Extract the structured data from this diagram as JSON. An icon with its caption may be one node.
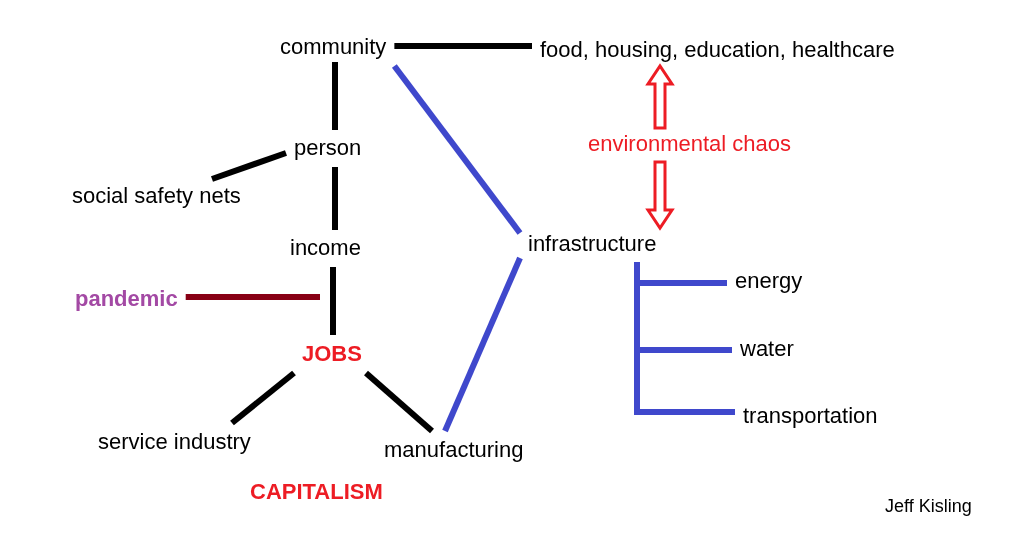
{
  "diagram": {
    "nodes": [
      {
        "text": [
          "community"
        ]
      },
      {
        "text": [
          "food, housing, education, healthcare"
        ]
      },
      {
        "text": [
          "person"
        ]
      },
      {
        "text": [
          "social safety nets"
        ]
      },
      {
        "text": [
          "environmental chaos"
        ]
      },
      {
        "text": [
          "income"
        ]
      },
      {
        "text": [
          "infrastructure"
        ]
      },
      {
        "text": [
          "pandemic"
        ]
      },
      {
        "text": [
          "energy"
        ]
      },
      {
        "text": [
          "water"
        ]
      },
      {
        "text": [
          "JOBS"
        ]
      },
      {
        "text": [
          "transportation"
        ]
      },
      {
        "text": [
          "service industry"
        ]
      },
      {
        "text": [
          "manufacturing"
        ]
      }
    ],
    "edges": [
      {
        "from": 0,
        "to": 1,
        "arrow": "none"
      },
      {
        "from": 0,
        "to": 2,
        "arrow": "none"
      },
      {
        "from": 2,
        "to": 3,
        "arrow": "none"
      },
      {
        "from": 2,
        "to": 5,
        "arrow": "none"
      },
      {
        "from": 5,
        "to": 10,
        "arrow": "none"
      },
      {
        "from": 7,
        "to": null,
        "arrow": "none",
        "color": "#880015"
      },
      {
        "from": 10,
        "to": 12,
        "arrow": "none"
      },
      {
        "from": 10,
        "to": 13,
        "arrow": "none"
      },
      {
        "from": 0,
        "to": 6,
        "arrow": "none",
        "color": "#3f48cc"
      },
      {
        "from": 13,
        "to": 6,
        "arrow": "none",
        "color": "#3f48cc"
      },
      {
        "from": 4,
        "to": 1,
        "arrow": "to",
        "color": "#ed1c24"
      },
      {
        "from": 4,
        "to": 6,
        "arrow": "to",
        "color": "#ed1c24"
      },
      {
        "from": 6,
        "to": 8,
        "arrow": "none",
        "color": "#3f48cc"
      },
      {
        "from": 6,
        "to": 9,
        "arrow": "none",
        "color": "#3f48cc"
      },
      {
        "from": 6,
        "to": 11,
        "arrow": "none",
        "color": "#3f48cc"
      }
    ],
    "labels": [
      "CAPITALISM",
      "Jeff Kisling"
    ]
  }
}
